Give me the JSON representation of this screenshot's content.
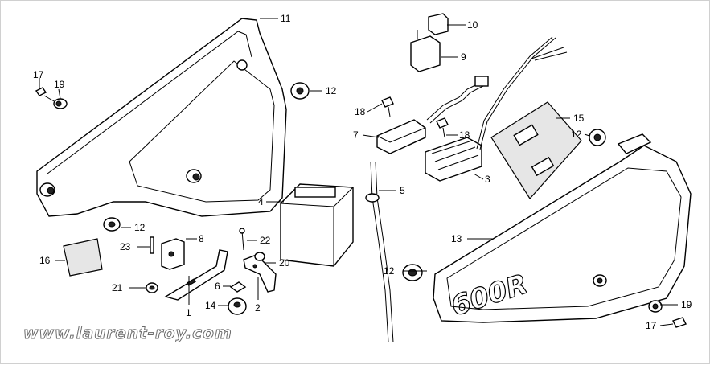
{
  "callouts": {
    "c1": "1",
    "c2": "2",
    "c3": "3",
    "c4": "4",
    "c5": "5",
    "c6": "6",
    "c7": "7",
    "c8": "8",
    "c9": "9",
    "c10": "10",
    "c11": "11",
    "c12a": "12",
    "c12b": "12",
    "c12c": "12",
    "c12d": "12",
    "c13": "13",
    "c14": "14",
    "c15": "15",
    "c16": "16",
    "c17a": "17",
    "c17b": "17",
    "c18a": "18",
    "c18b": "18",
    "c19a": "19",
    "c19b": "19",
    "c20": "20",
    "c21": "21",
    "c22": "22",
    "c23": "23"
  },
  "cover_logo": "600R",
  "watermark": "www.laurent-roy.com"
}
